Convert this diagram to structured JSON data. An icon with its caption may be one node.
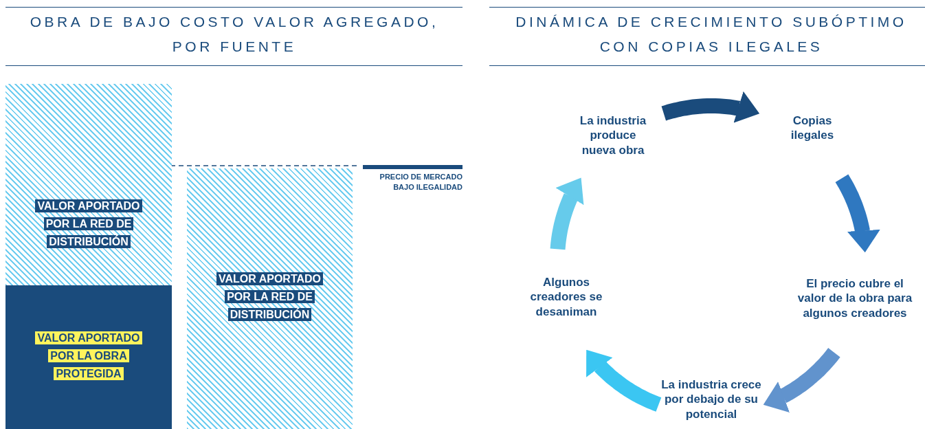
{
  "diagram": {
    "nodes": [
      {
        "text": [
          "VALOR APORTADO POR LA RED DE DISTRIBUCIÓN"
        ]
      },
      {
        "text": [
          "VALOR APORTADO POR LA OBRA PROTEGIDA"
        ]
      },
      {
        "text": [
          "VALOR APORTADO POR LA RED DE DISTRIBUCIÓN"
        ]
      },
      {
        "text": [
          "La industria produce nueva obra"
        ]
      },
      {
        "text": [
          "Copias ilegales"
        ]
      },
      {
        "text": [
          "El precio cubre el valor de la obra para algunos creadores"
        ]
      },
      {
        "text": [
          "La industria crece por debajo de su potencial"
        ]
      },
      {
        "text": [
          "Algunos creadores se desaniman"
        ]
      }
    ],
    "edges": [
      {
        "from": 3,
        "to": 4,
        "arrow": "to",
        "color": "#1a4b7c"
      },
      {
        "from": 4,
        "to": 5,
        "arrow": "to",
        "color": "#2f78c0"
      },
      {
        "from": 5,
        "to": 6,
        "arrow": "to",
        "color": "#6193cd"
      },
      {
        "from": 6,
        "to": 7,
        "arrow": "to",
        "color": "#3bc6f2"
      },
      {
        "from": 7,
        "to": 3,
        "arrow": "to",
        "color": "#66cbeb"
      }
    ],
    "labels": [
      "OBRA DE BAJO COSTO VALOR AGREGADO, POR FUENTE",
      "DINÁMICA DE CRECIMIENTO SUBÓPTIMO CON COPIAS ILEGALES"
    ],
    "legend": [
      {
        "text": "PRECIO DE MERCADO BAJO ILEGALIDAD",
        "color": "#1a4b7c"
      }
    ]
  }
}
